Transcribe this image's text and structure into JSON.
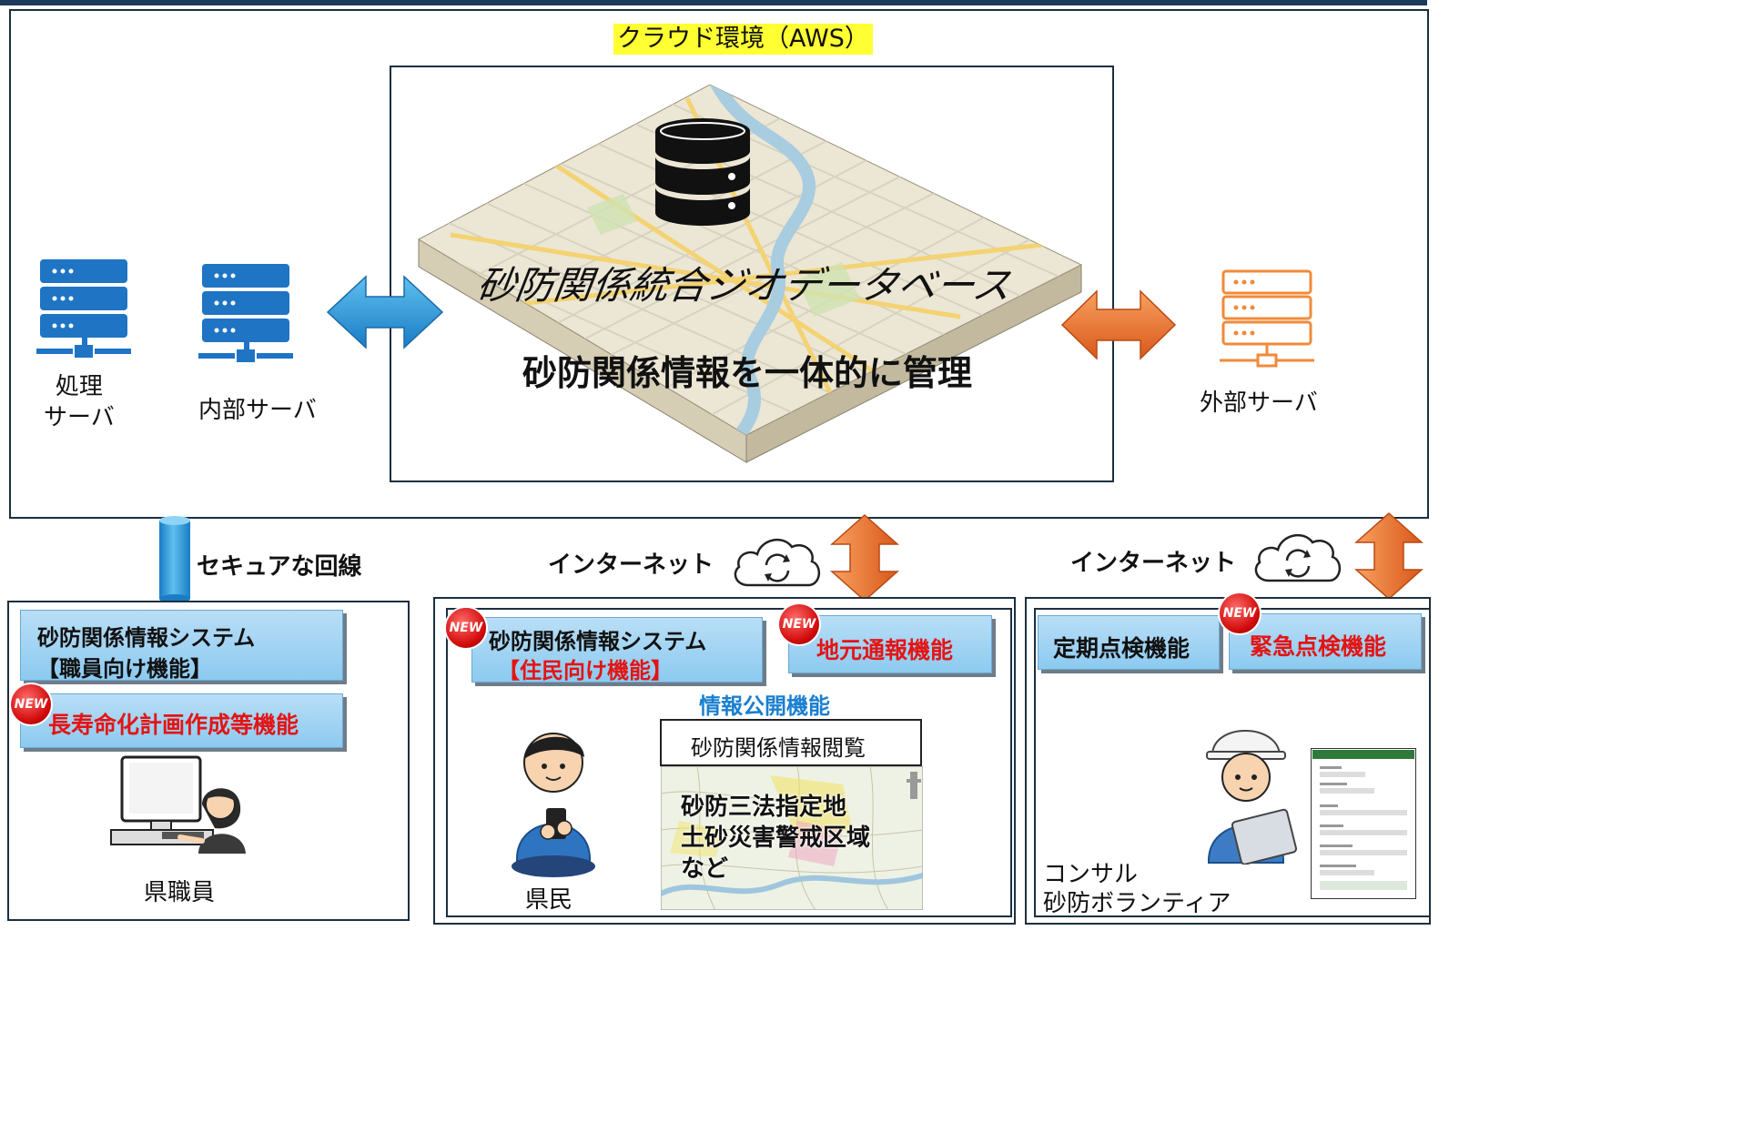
{
  "cloud": {
    "label": "クラウド環境（AWS）",
    "db_title": "砂防関係統合ジオデータベース",
    "db_subtitle": "砂防関係情報を一体的に管理"
  },
  "servers": {
    "processing": "処理\nサーバ",
    "internal": "内部サーバ",
    "external": "外部サーバ"
  },
  "connections": {
    "secure_line": "セキュアな回線",
    "internet_1": "インターネット",
    "internet_2": "インターネット"
  },
  "staff_panel": {
    "system_line1": "砂防関係情報システム",
    "system_line2": "【職員向け機能】",
    "longevity": "長寿命化計画作成等機能",
    "user": "県職員"
  },
  "resident_panel": {
    "system_line1": "砂防関係情報システム",
    "system_line2": "【住民向け機能】",
    "local_report": "地元通報機能",
    "disclosure": "情報公開機能",
    "viewing": "砂防関係情報閲覧",
    "map_line1": "砂防三法指定地",
    "map_line2": "土砂災害警戒区域",
    "map_line3": "など",
    "user": "県民"
  },
  "consultant_panel": {
    "periodic": "定期点検機能",
    "emergency": "緊急点検機能",
    "user_line1": "コンサル",
    "user_line2": "砂防ボランティア"
  },
  "badge": "NEW",
  "colors": {
    "highlight": "#ffff33",
    "blue_arrow": "#2a9ad8",
    "orange_arrow": "#ee7a2a",
    "red_text": "#e31414",
    "blue_text": "#1a7fd0"
  }
}
